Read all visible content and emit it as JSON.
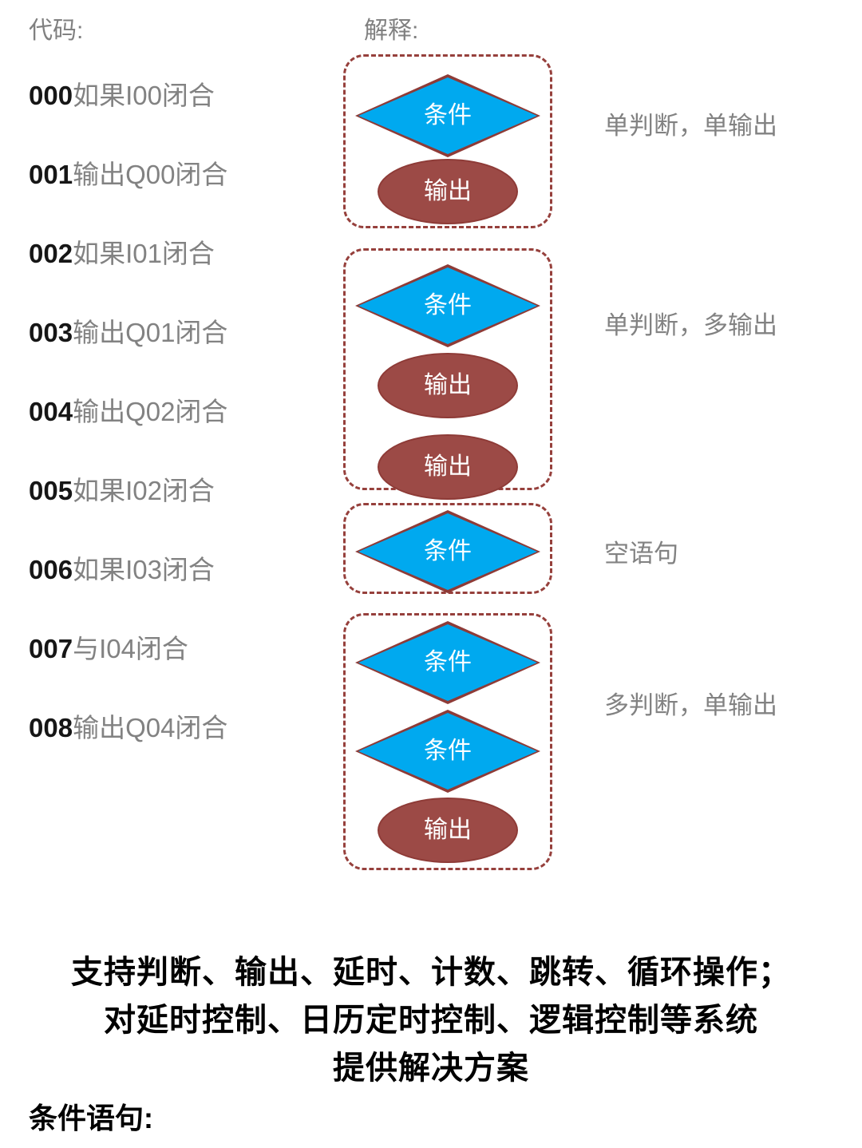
{
  "headers": {
    "code": "代码:",
    "explanation": "解释:"
  },
  "code_lines": [
    {
      "num": "000",
      "text": "如果I00闭合"
    },
    {
      "num": "001",
      "text": "输出Q00闭合"
    },
    {
      "num": "002",
      "text": "如果I01闭合"
    },
    {
      "num": "003",
      "text": "输出Q01闭合"
    },
    {
      "num": "004",
      "text": "输出Q02闭合"
    },
    {
      "num": "005",
      "text": "如果I02闭合"
    },
    {
      "num": "006",
      "text": "如果I03闭合"
    },
    {
      "num": "007",
      "text": "与I04闭合"
    },
    {
      "num": "008",
      "text": "输出Q04闭合"
    }
  ],
  "groups": [
    {
      "id": "group-single-condition-single-output",
      "explanation": "单判断，单输出",
      "nodes": [
        {
          "type": "diamond",
          "label": "条件"
        },
        {
          "type": "ellipse",
          "label": "输出"
        }
      ]
    },
    {
      "id": "group-single-condition-multi-output",
      "explanation": "单判断，多输出",
      "nodes": [
        {
          "type": "diamond",
          "label": "条件"
        },
        {
          "type": "ellipse",
          "label": "输出"
        },
        {
          "type": "ellipse",
          "label": "输出"
        }
      ]
    },
    {
      "id": "group-empty-statement",
      "explanation": "空语句",
      "nodes": [
        {
          "type": "diamond",
          "label": "条件"
        }
      ]
    },
    {
      "id": "group-multi-condition-single-output",
      "explanation": "多判断，单输出",
      "nodes": [
        {
          "type": "diamond",
          "label": "条件"
        },
        {
          "type": "diamond",
          "label": "条件"
        },
        {
          "type": "ellipse",
          "label": "输出"
        }
      ]
    }
  ],
  "summary": {
    "line1": "支持判断、输出、延时、计数、跳转、循环操作；",
    "line2": "对延时控制、日历定时控制、逻辑控制等系统",
    "line3": "提供解决方案"
  },
  "footer": {
    "heading": "条件语句:"
  },
  "colors": {
    "condition_fill": "#00A9EF",
    "shape_border": "#8E3B37",
    "output_fill": "#9C4A46",
    "group_border": "#96403C",
    "muted_text": "#828282",
    "dark_text": "#161616"
  }
}
